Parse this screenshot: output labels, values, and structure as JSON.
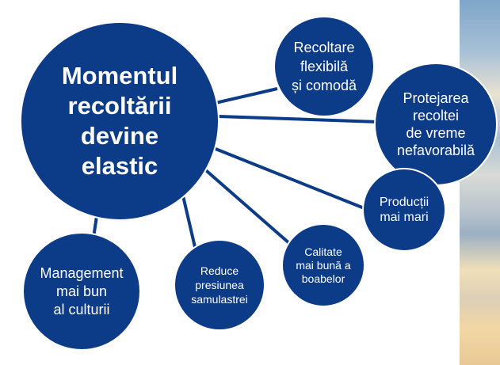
{
  "diagram": {
    "center": {
      "label": "Momentul\nrecoltării\ndevine\nelastic"
    },
    "benefits": [
      {
        "label": "Recoltare\nflexibilă\nși comodă"
      },
      {
        "label": "Protejarea\nrecoltei\nde vreme\nnefavorabilă"
      },
      {
        "label": "Producții\nmai mari"
      },
      {
        "label": "Calitate\nmai bună a\nboabelor"
      },
      {
        "label": "Reduce\npresiunea\nsamulastrei"
      },
      {
        "label": "Management\nmai bun\nal culturii"
      }
    ]
  },
  "colors": {
    "bubble_fill": "#0c3b88",
    "bubble_text": "#ffffff",
    "connector": "#0c3b88"
  }
}
